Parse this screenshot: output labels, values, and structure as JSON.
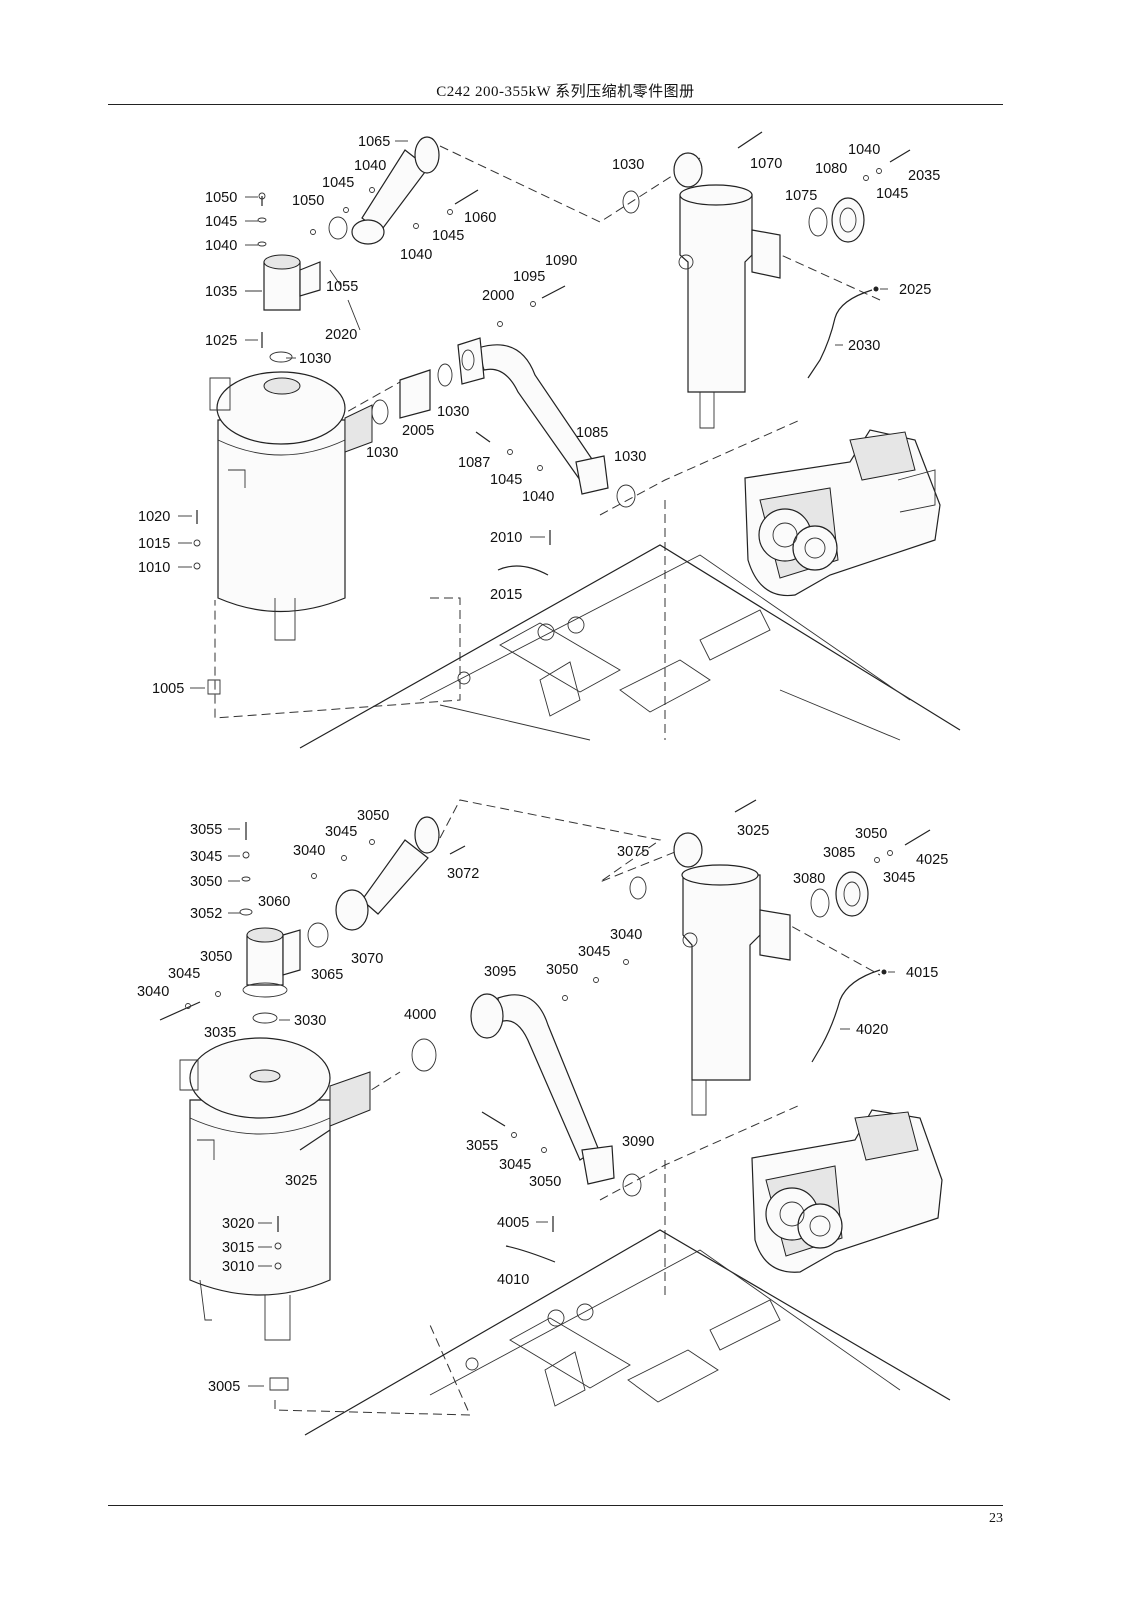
{
  "header": {
    "title": "C242 200-355kW 系列压缩机零件图册"
  },
  "footer": {
    "page_number": "23"
  },
  "diagram_top": {
    "labels": [
      "1065",
      "1040",
      "1045",
      "1050",
      "1060",
      "1045",
      "1040",
      "1055",
      "2020",
      "1030",
      "1070",
      "1040",
      "1080",
      "2035",
      "1045",
      "1075",
      "2025",
      "2030",
      "1050",
      "1045",
      "1040",
      "1035",
      "1025",
      "1030",
      "1090",
      "1095",
      "2000",
      "2005",
      "1030",
      "1030",
      "1085",
      "1087",
      "1045",
      "1040",
      "1030",
      "1020",
      "1015",
      "1010",
      "2010",
      "2015",
      "1005"
    ]
  },
  "diagram_bottom": {
    "labels": [
      "3050",
      "3045",
      "3040",
      "3055",
      "3045",
      "3050",
      "3052",
      "3060",
      "3072",
      "3025",
      "3050",
      "3085",
      "4025",
      "3075",
      "3080",
      "3045",
      "3065",
      "3070",
      "3050",
      "3045",
      "3040",
      "3035",
      "3030",
      "3040",
      "3045",
      "3050",
      "3095",
      "4015",
      "4000",
      "4020",
      "3025",
      "3055",
      "3045",
      "3050",
      "3090",
      "3020",
      "3015",
      "3010",
      "4005",
      "4010",
      "3005"
    ]
  }
}
